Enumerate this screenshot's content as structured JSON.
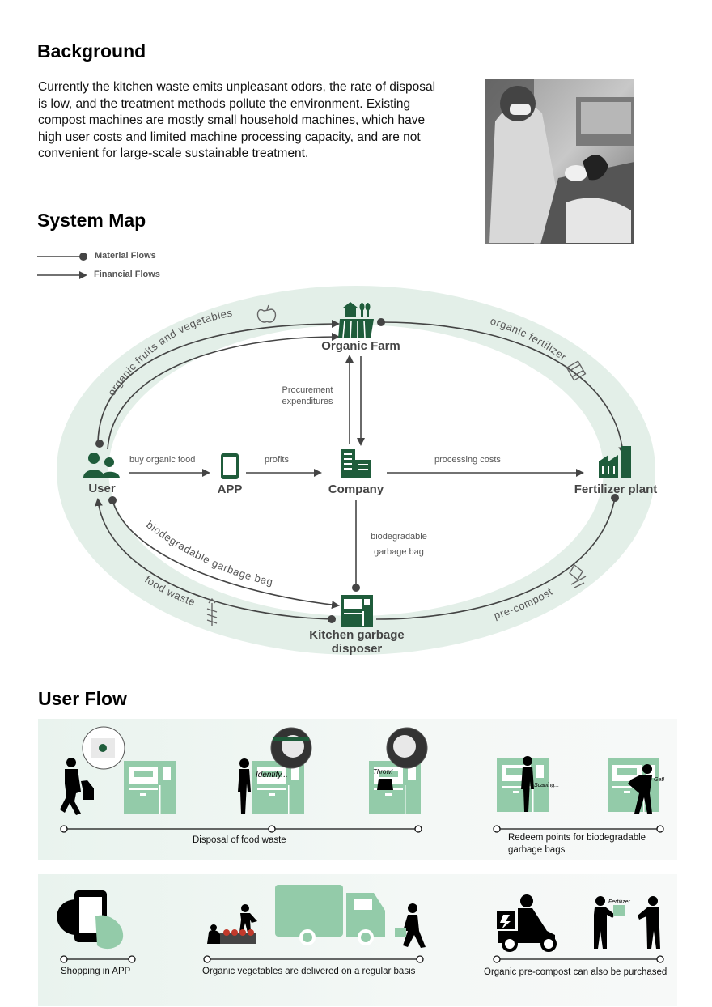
{
  "background": {
    "title": "Background",
    "paragraph": [
      "Currently the kitchen waste emits unpleasant odors, the rate of disposal",
      "is low, and the treatment methods pollute the environment. Existing",
      "compost machines are mostly small household machines, which have",
      "high user costs and limited machine processing capacity, and are not",
      "convenient for large-scale sustainable treatment."
    ]
  },
  "system_map": {
    "title": "System Map",
    "legend": {
      "material": "Material Flows",
      "financial": "Financial Flows"
    },
    "nodes": {
      "farm": "Organic Farm",
      "user": "User",
      "app": "APP",
      "company": "Company",
      "plant": "Fertilizer plant",
      "disposer_line1": "Kitchen garbage",
      "disposer_line2": "disposer"
    },
    "edges": {
      "buy": "buy organic food",
      "profits": "profits",
      "processing": "processing costs",
      "procurement_line1": "Procurement",
      "procurement_line2": "expenditures",
      "bag_line1": "biodegradable",
      "bag_line2": "garbage bag",
      "fruits": "organic fruits and vegetables",
      "fertilizer": "organic fertilizer",
      "bio_bag": "biodegradable garbage bag",
      "food_waste": "food waste",
      "pre_compost": "pre-compost"
    },
    "colors": {
      "node_green": "#1f5c3b",
      "ring": "#e3efe8",
      "line": "#444444"
    }
  },
  "user_flow": {
    "title": "User Flow",
    "bubbles": {
      "identify": "Identify...",
      "throw": "Throw!",
      "scaning": "Scaning...",
      "get": "Get!",
      "fertilizer_tag": "Fertilizer"
    },
    "row1": {
      "disposal": "Disposal of food waste",
      "redeem_line1": "Redeem points for biodegradable",
      "redeem_line2": "garbage bags"
    },
    "row2": {
      "shopping": "Shopping in APP",
      "delivered": "Organic vegetables are delivered on a regular basis",
      "purchase": "Organic pre-compost can also be purchased"
    },
    "colors": {
      "machine": "#93cba9",
      "figure": "#000000"
    }
  }
}
